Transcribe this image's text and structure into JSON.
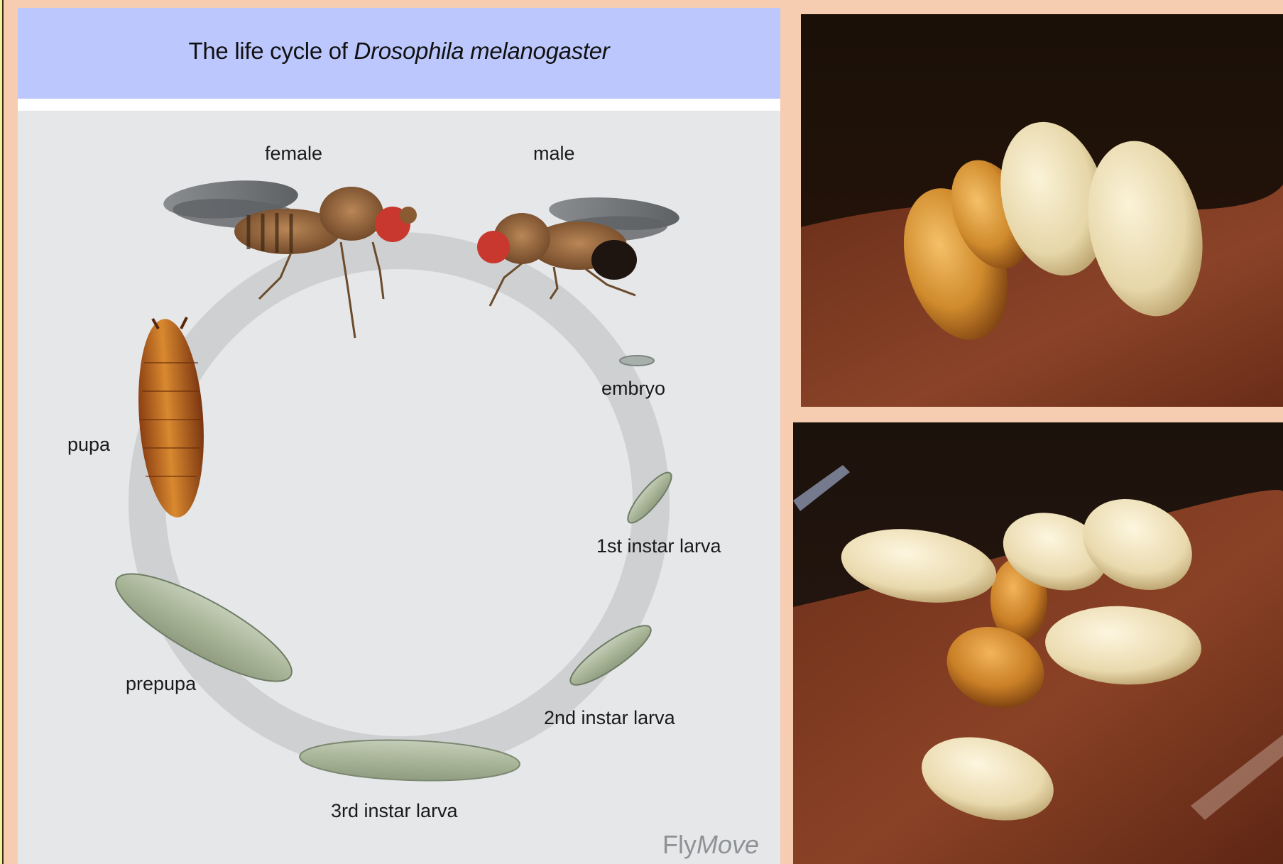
{
  "diagram": {
    "title_plain": "The life cycle of ",
    "title_italic": "Drosophila melanogaster",
    "watermark_plain": "Fly",
    "watermark_italic": "Move",
    "stages": {
      "female": "female",
      "male": "male",
      "embryo": "embryo",
      "first_instar": "1st instar larva",
      "second_instar": "2nd instar larva",
      "third_instar": "3rd instar larva",
      "prepupa": "prepupa",
      "pupa": "pupa"
    }
  },
  "colors": {
    "page_background": "#f6cdb0",
    "title_band": "#bcc7fd",
    "diagram_background": "#e6e7e9",
    "cycle_ring": "#cfd0d2",
    "food_medium": "#7a3a22"
  }
}
